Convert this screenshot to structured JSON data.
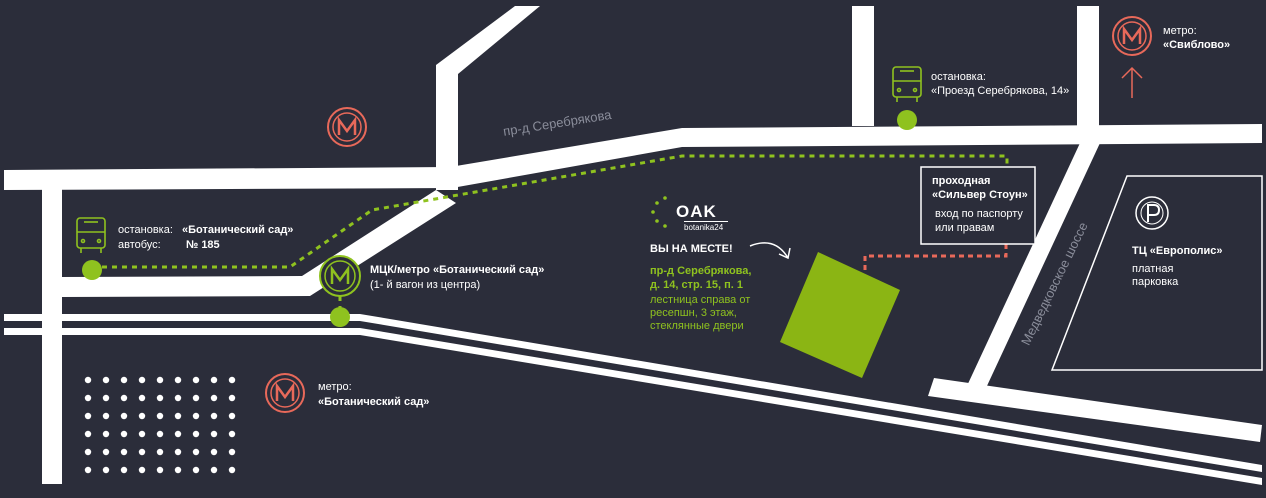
{
  "streets": {
    "serebryakova": "пр-д Серебрякова",
    "medvedkovskoe": "Медведковское шоссе"
  },
  "stops": {
    "botanic_bus": {
      "label": "остановка:",
      "name": "«Ботанический сад»",
      "bus_label": "автобус:",
      "bus_number": "№ 185"
    },
    "serebryakova_bus": {
      "label": "остановка:",
      "name": "«Проезд Серебрякова, 14»"
    }
  },
  "metro": {
    "sviblovo": {
      "label": "метро:",
      "name": "«Свиблово»"
    },
    "botanic": {
      "label": "метро:",
      "name": "«Ботанический сад»"
    },
    "mck": {
      "name": "МЦК/метро «Ботанический сад»",
      "note": "(1- й вагон из центра)"
    }
  },
  "office": {
    "logo_main": "OAK",
    "logo_sub": "botanika24",
    "here": "ВЫ НА МЕСТЕ!",
    "address_line1": "пр-д Серебрякова,",
    "address_line2": "д. 14, стр. 15, п. 1",
    "directions_line1": "лестница справа от",
    "directions_line2": "ресепшн, 3 этаж,",
    "directions_line3": "стеклянные двери"
  },
  "checkpoint": {
    "title_line1": "проходная",
    "title_line2": "«Сильвер Стоун»",
    "note_line1": "вход по паспорту",
    "note_line2": "или правам"
  },
  "mall": {
    "name": "ТЦ «Европолис»",
    "note_line1": "платная",
    "note_line2": "парковка"
  },
  "icons": {
    "metro": "metro-m-icon",
    "bus": "bus-icon",
    "parking": "parking-icon",
    "arrow_up": "arrow-up-icon",
    "arrow_curved": "curved-arrow-icon"
  },
  "colors": {
    "background": "#2b2d3a",
    "road": "#ffffff",
    "route_green": "#8fc21f",
    "metro_red": "#e8695a",
    "street_label": "#8a8d9a"
  }
}
